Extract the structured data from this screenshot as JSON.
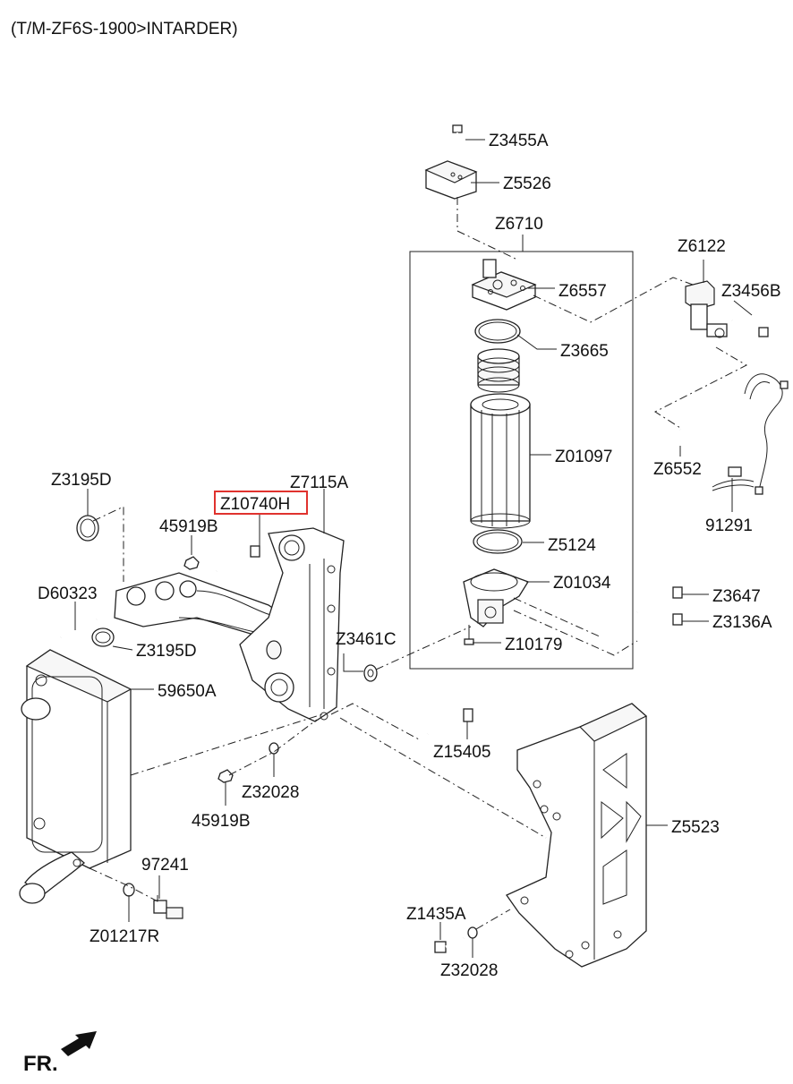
{
  "header": {
    "title": "(T/M-ZF6S-1900>INTARDER)"
  },
  "footer": {
    "direction_label": "FR."
  },
  "highlighted_part": "Z10740H",
  "highlight_color": "#e0322e",
  "parts": {
    "z3455a": "Z3455A",
    "z5526": "Z5526",
    "z6710": "Z6710",
    "z6122": "Z6122",
    "z6557": "Z6557",
    "z3456b": "Z3456B",
    "z3665": "Z3665",
    "z01097": "Z01097",
    "z6552": "Z6552",
    "z91291": "91291",
    "z5124": "Z5124",
    "z01034": "Z01034",
    "z3647": "Z3647",
    "z3136a": "Z3136A",
    "z10179": "Z10179",
    "z3195d_top": "Z3195D",
    "z7115a": "Z7115A",
    "z10740h": "Z10740H",
    "z45919b_top": "45919B",
    "d60323": "D60323",
    "z3195d_bot": "Z3195D",
    "z3461c": "Z3461C",
    "z59650a": "59650A",
    "z15405": "Z15405",
    "z32028_mid": "Z32028",
    "z45919b_bot": "45919B",
    "z5523": "Z5523",
    "z97241": "97241",
    "z01217r": "Z01217R",
    "z1435a": "Z1435A",
    "z32028_bot": "Z32028"
  }
}
